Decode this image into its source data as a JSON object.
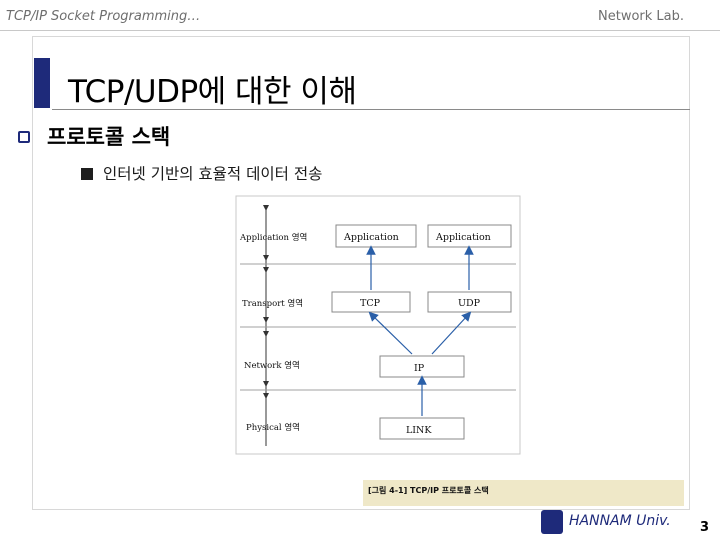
{
  "header": {
    "course_title": "TCP/IP Socket Programming…",
    "lab_name": "Network Lab."
  },
  "slide": {
    "title": "TCP/UDP에 대한 이해",
    "section_heading": "프로토콜 스택",
    "bullet_text": "인터넷 기반의 효율적 데이터 전송"
  },
  "diagram": {
    "layers": [
      {
        "label": "Application 영역"
      },
      {
        "label": "Transport 영역"
      },
      {
        "label": "Network 영역"
      },
      {
        "label": "Physical 영역"
      }
    ],
    "boxes": {
      "app_left": "Application",
      "app_right": "Application",
      "tcp": "TCP",
      "udp": "UDP",
      "ip": "IP",
      "link": "LINK"
    },
    "caption": "[그림 4-1] TCP/IP 프로토콜 스택"
  },
  "footer": {
    "university": "HANNAM Univ.",
    "page_number": "3"
  },
  "colors": {
    "accent_navy": "#1e2a7a",
    "caption_bg": "#efe8c8",
    "header_gray": "#6e6e6e"
  }
}
